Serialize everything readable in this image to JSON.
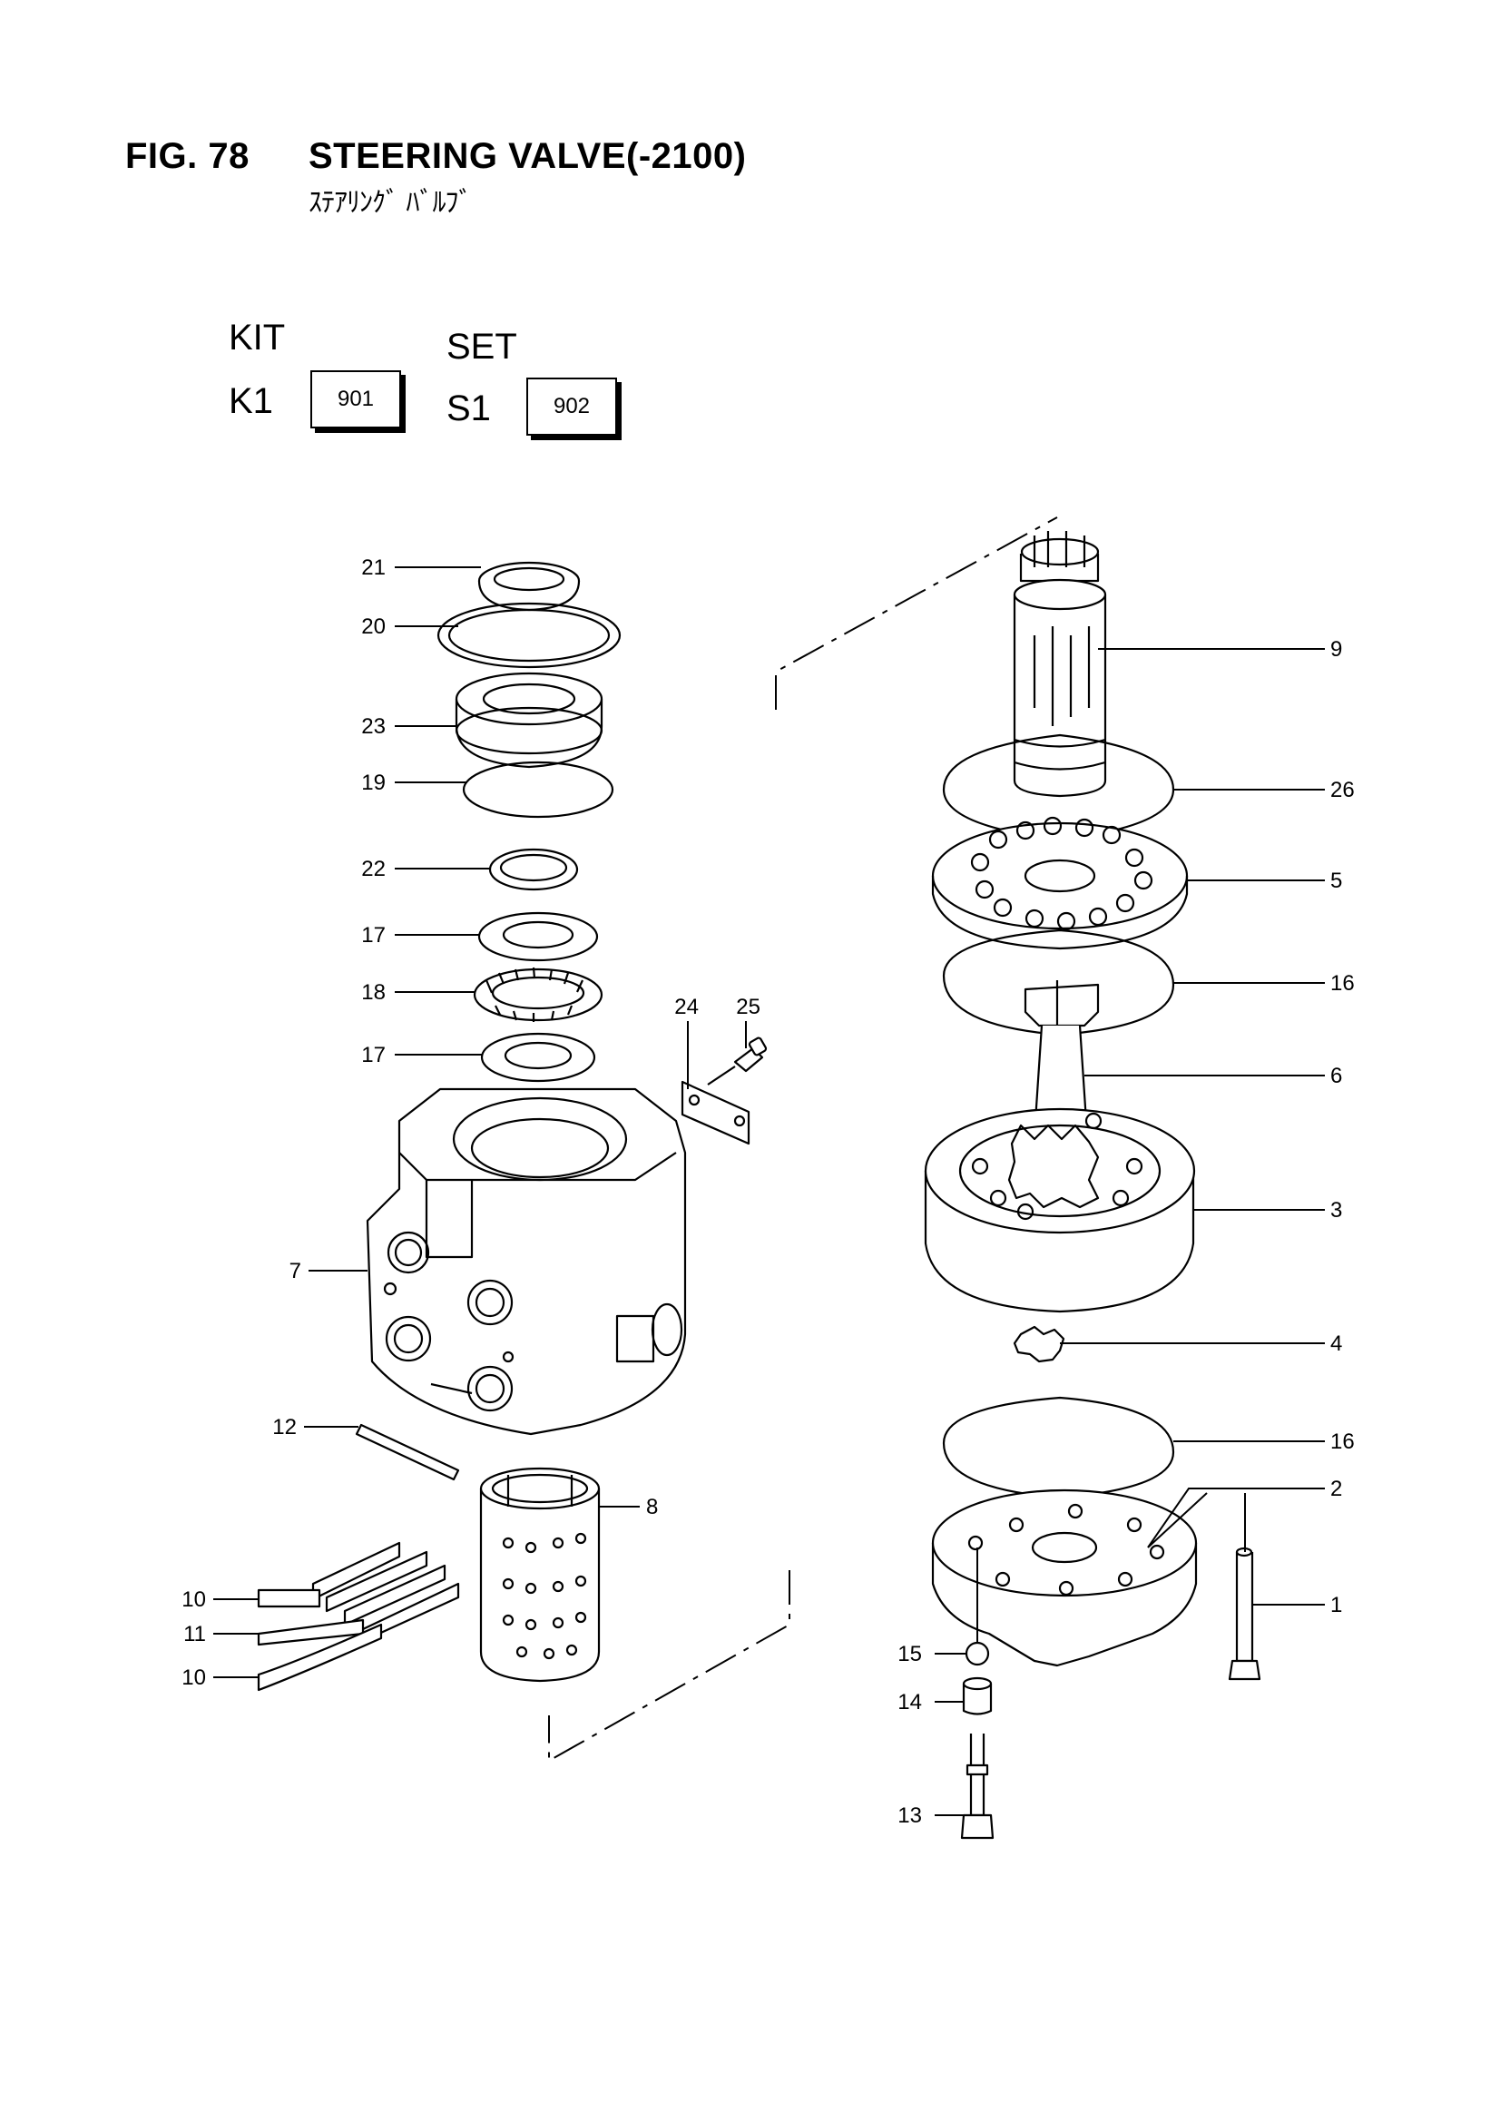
{
  "header": {
    "fig_number": "FIG. 78",
    "title": "STEERING VALVE(-2100)",
    "subtitle": "ｽﾃｱﾘﾝｸﾞ ﾊﾞﾙﾌﾞ"
  },
  "kit": {
    "heading": "KIT",
    "code": "K1",
    "part": "901"
  },
  "set": {
    "heading": "SET",
    "code": "S1",
    "part": "902"
  },
  "callouts": {
    "c21": "21",
    "c20": "20",
    "c23": "23",
    "c19": "19",
    "c22": "22",
    "c17a": "17",
    "c18": "18",
    "c17b": "17",
    "c24": "24",
    "c25": "25",
    "c7": "7",
    "c12": "12",
    "c8": "8",
    "c10a": "10",
    "c11": "11",
    "c10b": "10",
    "c9": "9",
    "c26": "26",
    "c5": "5",
    "c16a": "16",
    "c6": "6",
    "c3": "3",
    "c4": "4",
    "c16b": "16",
    "c2": "2",
    "c1": "1",
    "c15": "15",
    "c14": "14",
    "c13": "13"
  }
}
